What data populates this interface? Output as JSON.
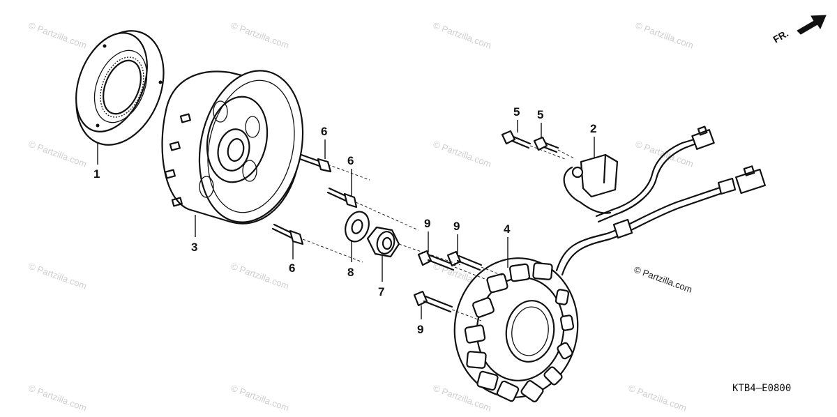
{
  "diagram": {
    "direction_label": "FR.",
    "diagram_code": "KTB4–E0800",
    "copyright": "© Partzilla.com",
    "watermark_text": "© Partzilla.com",
    "callouts": {
      "p1": "1",
      "p2": "2",
      "p3": "3",
      "p4": "4",
      "p5a": "5",
      "p5b": "5",
      "p6a": "6",
      "p6b": "6",
      "p6c": "6",
      "p7": "7",
      "p8": "8",
      "p9a": "9",
      "p9b": "9",
      "p9c": "9"
    }
  }
}
